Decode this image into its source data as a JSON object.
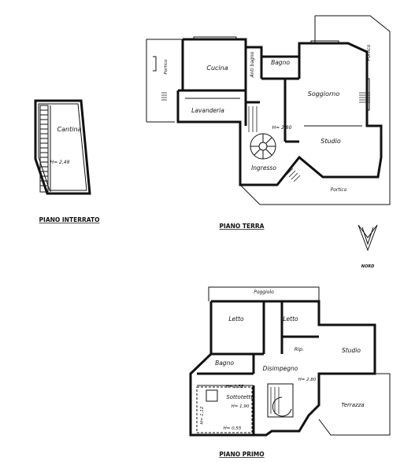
{
  "titles": {
    "basement": "PIANO INTERRATO",
    "ground": "PIANO TERRA",
    "first": "PIANO PRIMO",
    "north": "NORD"
  },
  "basement": {
    "cantina": "Cantina",
    "height": "H= 2,49"
  },
  "ground": {
    "portico_left": "Portico",
    "cucina": "Cucina",
    "anti_bagno": "Anti bagno",
    "bagno": "Bagno",
    "soggiorno": "Soggiorno",
    "portico_right": "Portico",
    "lavanderia": "Lavanderia",
    "height": "H= 2,80",
    "studio": "Studio",
    "ingresso": "Ingresso",
    "portico_bottom": "Portico"
  },
  "first": {
    "poggiolo": "Poggiolo",
    "letto1": "Letto",
    "letto2": "Letto",
    "rip": "Rip.",
    "studio": "Studio",
    "bagno": "Bagno",
    "disimpegno": "Disimpegno",
    "h280": "H= 2,80",
    "h255": "H= 2,55",
    "sottotetto": "Sottotetto",
    "h190": "H= 1,90",
    "h112": "H= 1,12",
    "h055": "H= 0,55",
    "terrazza": "Terrazza"
  }
}
